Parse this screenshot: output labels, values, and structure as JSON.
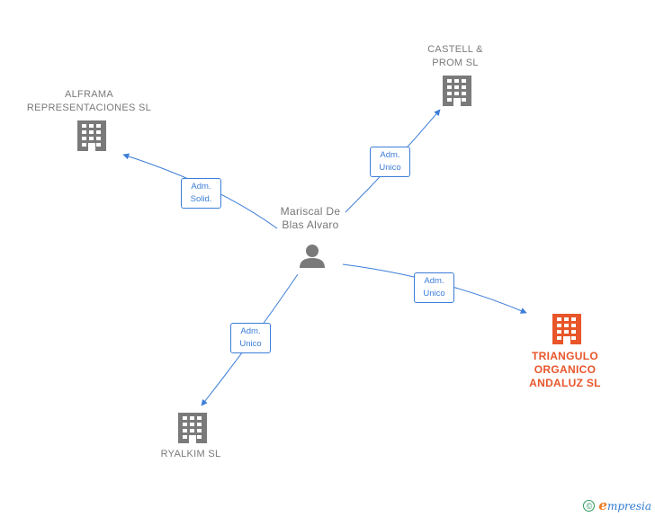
{
  "nodes": {
    "person": {
      "label": "Mariscal De\nBlas Alvaro",
      "icon": "person-icon"
    },
    "alframa": {
      "label": "ALFRAMA\nREPRESENTACIONES SL",
      "icon": "building-icon"
    },
    "castell": {
      "label": "CASTELL &\nPROM SL",
      "icon": "building-icon"
    },
    "triangulo": {
      "label": "TRIANGULO\nORGANICO\nANDALUZ  SL",
      "icon": "building-icon"
    },
    "ryalkim": {
      "label": "RYALKIM  SL",
      "icon": "building-icon"
    }
  },
  "edges": {
    "alframa": {
      "label": "Adm.\nSolid."
    },
    "castell": {
      "label": "Adm.\nUnico"
    },
    "triangulo": {
      "label": "Adm.\nUnico"
    },
    "ryalkim": {
      "label": "Adm.\nUnico"
    }
  },
  "colors": {
    "edge": "#3b7dd8",
    "building": "#7a7a7a",
    "building_main": "#e8562a",
    "person": "#7a7a7a"
  },
  "footer": {
    "copyright_symbol": "©",
    "brand_first": "e",
    "brand_rest": "mpresia"
  }
}
